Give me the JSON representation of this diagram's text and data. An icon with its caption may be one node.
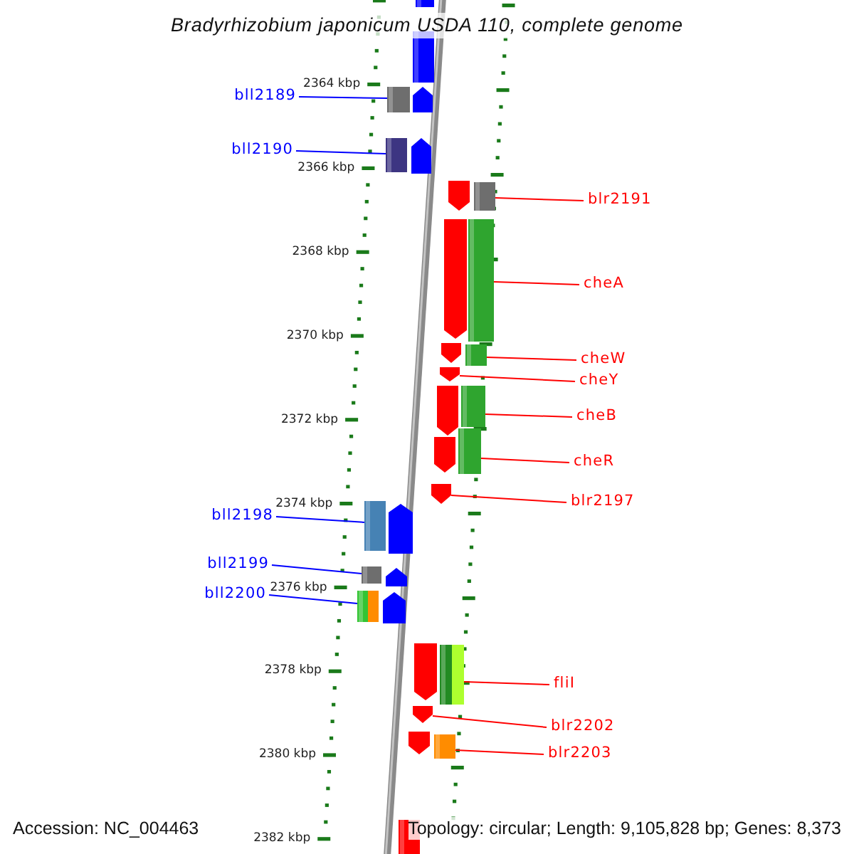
{
  "diagram": {
    "title": "Bradyrhizobium japonicum USDA 110, complete genome",
    "nodes": [
      {
        "text": [
          "bll2189"
        ]
      },
      {
        "text": [
          "bll2190"
        ]
      },
      {
        "text": [
          "blr2191"
        ]
      },
      {
        "text": [
          "cheA"
        ]
      },
      {
        "text": [
          "cheW"
        ]
      },
      {
        "text": [
          "cheY"
        ]
      },
      {
        "text": [
          "cheB"
        ]
      },
      {
        "text": [
          "cheR"
        ]
      },
      {
        "text": [
          "blr2197"
        ]
      },
      {
        "text": [
          "bll2198"
        ]
      },
      {
        "text": [
          "bll2199"
        ]
      },
      {
        "text": [
          "bll2200"
        ]
      },
      {
        "text": [
          "fliI"
        ]
      },
      {
        "text": [
          "blr2202"
        ]
      },
      {
        "text": [
          "blr2203"
        ]
      },
      {
        "text": [],
        "shape": "box"
      },
      {
        "text": [],
        "shape": "box"
      },
      {
        "text": [],
        "shape": "box"
      },
      {
        "text": [],
        "shape": "pentagon"
      },
      {
        "text": [],
        "shape": "box"
      },
      {
        "text": [],
        "shape": "pentagon"
      },
      {
        "text": [],
        "shape": "pentagon"
      },
      {
        "text": [],
        "shape": "box"
      },
      {
        "text": [],
        "shape": "pentagon"
      },
      {
        "text": [],
        "shape": "box"
      },
      {
        "text": [],
        "shape": "pentagon"
      },
      {
        "text": [],
        "shape": "box"
      },
      {
        "text": [],
        "shape": "pentagon"
      },
      {
        "text": [],
        "shape": "pentagon"
      },
      {
        "text": [],
        "shape": "box"
      },
      {
        "text": [],
        "shape": "box"
      },
      {
        "text": [],
        "shape": "pentagon"
      },
      {
        "text": [],
        "shape": "pentagon"
      },
      {
        "text": [],
        "shape": "box"
      },
      {
        "text": [],
        "shape": "pentagon"
      },
      {
        "text": [],
        "shape": "box"
      },
      {
        "text": [],
        "shape": "pentagon"
      },
      {
        "text": [],
        "shape": "box"
      },
      {
        "text": [],
        "shape": "pentagon"
      },
      {
        "text": [],
        "shape": "pentagon"
      },
      {
        "text": [],
        "shape": "box"
      },
      {
        "text": [],
        "shape": "pentagon"
      },
      {
        "text": [],
        "shape": "pentagon"
      },
      {
        "text": [],
        "shape": "box"
      },
      {
        "text": [],
        "shape": "box"
      }
    ],
    "edges": [
      {
        "from": 0,
        "to": 17,
        "arrow": "none",
        "color": "#0000ff"
      },
      {
        "from": 1,
        "to": 19,
        "arrow": "none",
        "color": "#0000ff"
      },
      {
        "from": 2,
        "to": 22,
        "arrow": "none"
      },
      {
        "from": 3,
        "to": 24,
        "arrow": "none"
      },
      {
        "from": 4,
        "to": 26,
        "arrow": "none"
      },
      {
        "from": 5,
        "to": 27,
        "arrow": "none"
      },
      {
        "from": 6,
        "to": 29,
        "arrow": "none"
      },
      {
        "from": 7,
        "to": 30,
        "arrow": "none"
      },
      {
        "from": 8,
        "to": 32,
        "arrow": "none"
      },
      {
        "from": 9,
        "to": 33,
        "arrow": "none",
        "color": "#0000ff"
      },
      {
        "from": 10,
        "to": 35,
        "arrow": "none",
        "color": "#0000ff"
      },
      {
        "from": 11,
        "to": 37,
        "arrow": "none",
        "color": "#0000ff"
      },
      {
        "from": 12,
        "to": 40,
        "arrow": "none"
      },
      {
        "from": 13,
        "to": 41,
        "arrow": "none"
      },
      {
        "from": 14,
        "to": 43,
        "arrow": "none"
      }
    ],
    "labels": [
      "2364 kbp",
      "2366 kbp",
      "2368 kbp",
      "2370 kbp",
      "2372 kbp",
      "2374 kbp",
      "2376 kbp",
      "2378 kbp",
      "2380 kbp",
      "Accession: NC_004463",
      "2382 kbp",
      "Topology: circular; Length: 9,105,828 bp; Genes: 8,373"
    ]
  }
}
